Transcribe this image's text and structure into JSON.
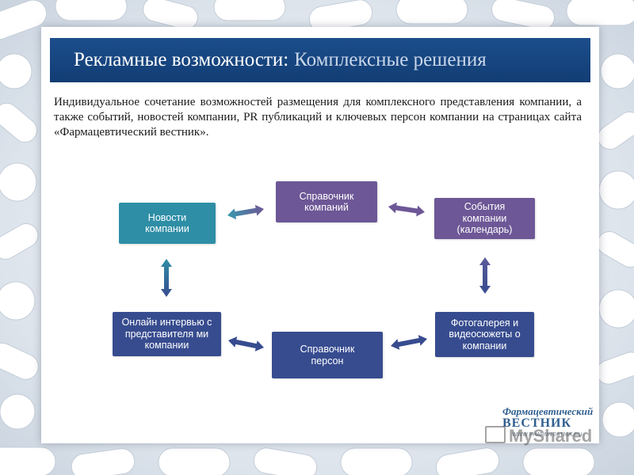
{
  "slide": {
    "title_main": "Рекламные возможности:",
    "title_sub": "Комплексные решения",
    "intro": "Индивидуальное сочетание возможностей размещения для комплексного представления компании, а также событий, новостей компании, PR публикаций и ключевых персон компании на страницах сайта «Фармацевтический вестник»."
  },
  "diagram": {
    "nodes": [
      {
        "id": "news",
        "label": "Новости компании",
        "color": "#2e8ea6"
      },
      {
        "id": "directory_companies",
        "label": "Справочник компаний",
        "color": "#6d5796"
      },
      {
        "id": "events",
        "label": "События компании (календарь)",
        "color": "#6d5796"
      },
      {
        "id": "interviews",
        "label": "Онлайн интервью с представителя ми компании",
        "color": "#374c8f"
      },
      {
        "id": "directory_persons",
        "label": "Справочник персон",
        "color": "#374c8f"
      },
      {
        "id": "gallery",
        "label": "Фотогалерея и видеосюжеты о компании",
        "color": "#374c8f"
      }
    ],
    "edges": [
      {
        "from": "news",
        "to": "directory_companies"
      },
      {
        "from": "directory_companies",
        "to": "events"
      },
      {
        "from": "events",
        "to": "gallery"
      },
      {
        "from": "gallery",
        "to": "directory_persons"
      },
      {
        "from": "directory_persons",
        "to": "interviews"
      },
      {
        "from": "interviews",
        "to": "news"
      }
    ]
  },
  "logo": {
    "line1": "Фармацевтический",
    "line2": "ВЕСТНИК",
    "line3": "WWW.PHARMVESTNIK.RU"
  },
  "watermark": {
    "text": "MyShared"
  }
}
